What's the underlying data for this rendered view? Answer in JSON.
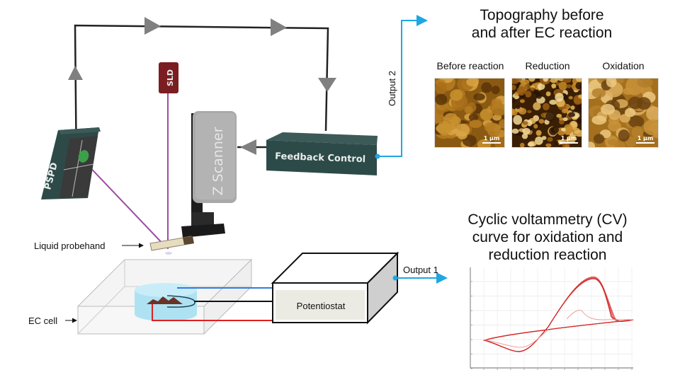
{
  "diagram": {
    "components": {
      "sld": "SLD",
      "pspd": "PSPD",
      "z_scanner": "Z Scanner",
      "feedback_control": "Feedback Control",
      "potentiostat": "Potentiostat"
    },
    "labels": {
      "liquid_probehand": "Liquid probehand",
      "ec_cell": "EC cell",
      "output_1": "Output 1",
      "output_2": "Output 2"
    },
    "colors": {
      "laser": "#9b4fa0",
      "output_arrow": "#1ea7e1",
      "pspd_body": "#2d4a48",
      "feedback_body": "#2c4a48",
      "sld_body": "#7a1e22",
      "z_scanner_body": "#a9a9a9",
      "wire_blue": "#2f7be0",
      "wire_red": "#e02020",
      "wire_black": "#111111",
      "cv_curve": "#d42a2a"
    }
  },
  "topography": {
    "title_line1": "Topography before",
    "title_line2": "and after EC reaction",
    "images": [
      {
        "label": "Before reaction",
        "scale": "1 µm"
      },
      {
        "label": "Reduction",
        "scale": "1 µm"
      },
      {
        "label": "Oxidation",
        "scale": "1 µm"
      }
    ]
  },
  "cv": {
    "title_line1": "Cyclic voltammetry (CV)",
    "title_line2": "curve for oxidation and",
    "title_line3": "reduction reaction"
  }
}
